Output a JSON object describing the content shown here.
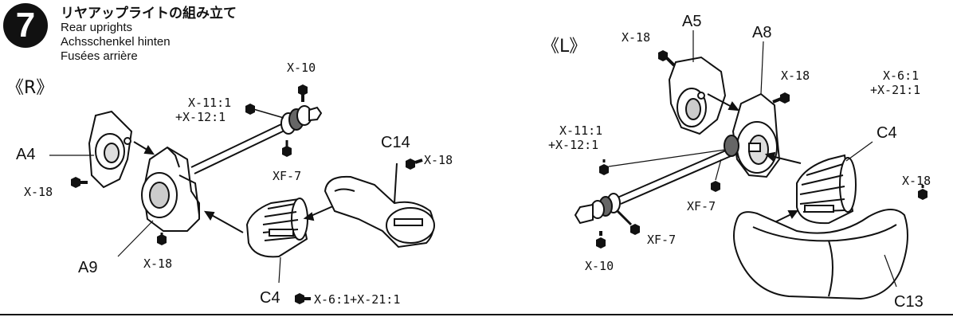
{
  "step": {
    "number": "7",
    "title_jp": "リヤアップライトの組み立て",
    "title_en": "Rear uprights",
    "title_de": "Achsschenkel hinten",
    "title_fr": "Fusées arrière"
  },
  "right_assembly": {
    "side_label": "《R》",
    "parts": {
      "a4": "A4",
      "a9": "A9",
      "c14": "C14",
      "c4": "C4"
    },
    "paint": {
      "x10": "X-10",
      "x11_line1": "X-11:1",
      "x11_line2": "+X-12:1",
      "xf7": "XF-7",
      "x18_a4": "X-18",
      "x18_a9": "X-18",
      "x18_c14": "X-18",
      "c4_mix": "X-6:1+X-21:1"
    }
  },
  "left_assembly": {
    "side_label": "《L》",
    "parts": {
      "a5": "A5",
      "a8": "A8",
      "c4": "C4",
      "c13": "C13"
    },
    "paint": {
      "x18_a5": "X-18",
      "x18_a8": "X-18",
      "c4_line1": "X-6:1",
      "c4_line2": "+X-21:1",
      "x11_line1": "X-11:1",
      "x11_line2": "+X-12:1",
      "xf7_shaft": "XF-7",
      "xf7_joint": "XF-7",
      "x10": "X-10",
      "x18_c13": "X-18"
    }
  },
  "colors": {
    "ink": "#111111",
    "paper": "#ffffff"
  }
}
